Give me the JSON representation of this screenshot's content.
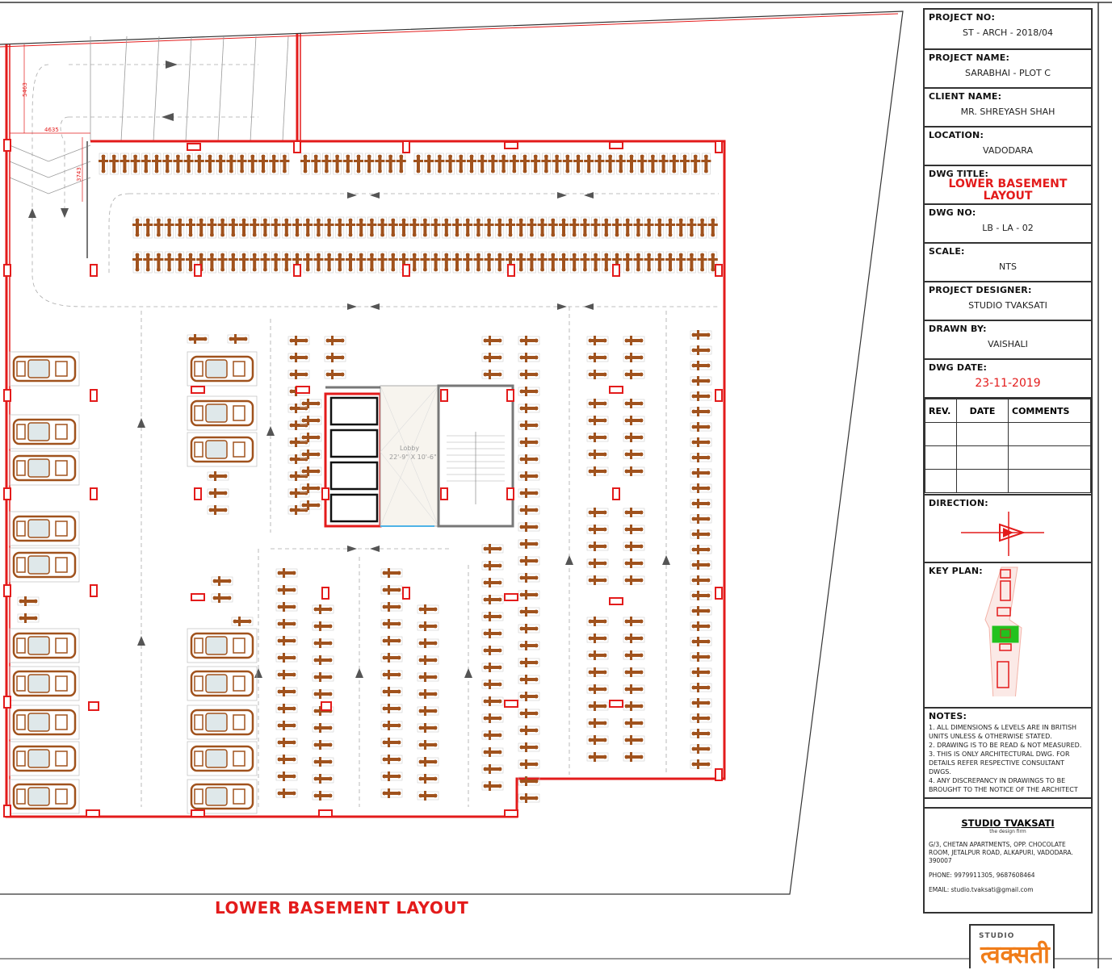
{
  "drawing": {
    "main_title": "LOWER BASEMENT LAYOUT",
    "lobby_label": "Lobby",
    "lobby_size": "22'-9\" X 10'-6\"",
    "dimension_labels": [
      "5463",
      "4635",
      "3743"
    ],
    "colors": {
      "wall": "#e31b1b",
      "bike": "#a0521d",
      "car_body": "#a0521d",
      "green_key": "#22c21e"
    }
  },
  "title_block": {
    "project_no_label": "PROJECT NO:",
    "project_no": "ST - ARCH - 2018/04",
    "project_name_label": "PROJECT NAME:",
    "project_name": "SARABHAI - PLOT C",
    "client_name_label": "CLIENT NAME:",
    "client_name": "MR. SHREYASH SHAH",
    "location_label": "LOCATION:",
    "location": "VADODARA",
    "dwg_title_label": "DWG TITLE:",
    "dwg_title_line1": "LOWER BASEMENT",
    "dwg_title_line2": "LAYOUT",
    "dwg_no_label": "DWG NO:",
    "dwg_no": "LB - LA - 02",
    "scale_label": "SCALE:",
    "scale": "NTS",
    "designer_label": "PROJECT DESIGNER:",
    "designer": "STUDIO TVAKSATI",
    "drawn_by_label": "DRAWN BY:",
    "drawn_by": "VAISHALI",
    "dwg_date_label": "DWG DATE:",
    "dwg_date": "23-11-2019",
    "rev_headers": {
      "rev": "REV.",
      "date": "DATE",
      "comments": "COMMENTS"
    },
    "direction_label": "DIRECTION:",
    "key_plan_label": "KEY PLAN:",
    "notes_label": "NOTES:",
    "notes": [
      "1. ALL DIMENSIONS & LEVELS ARE IN BRITISH UNITS UNLESS & OTHERWISE STATED.",
      "2. DRAWING IS TO BE READ & NOT MEASURED.",
      "3. THIS IS ONLY ARCHITECTURAL DWG. FOR DETAILS REFER RESPECTIVE CONSULTANT DWGS.",
      "4. ANY DISCREPANCY IN DRAWINGS TO BE BROUGHT TO THE NOTICE OF THE ARCHITECT"
    ],
    "firm_name": "STUDIO TVAKSATI",
    "firm_tagline": "the design firm",
    "firm_address": "G/3, CHETAN APARTMENTS, OPP. CHOCOLATE ROOM, JETALPUR ROAD, ALKAPURI, VADODARA. 390007",
    "firm_phone": "PHONE: 9979911305, 9687608464",
    "firm_email": "EMAIL: studio.tvaksati@gmail.com"
  },
  "logo": {
    "small_text": "STUDIO",
    "big_text": "त्वक्सती"
  }
}
